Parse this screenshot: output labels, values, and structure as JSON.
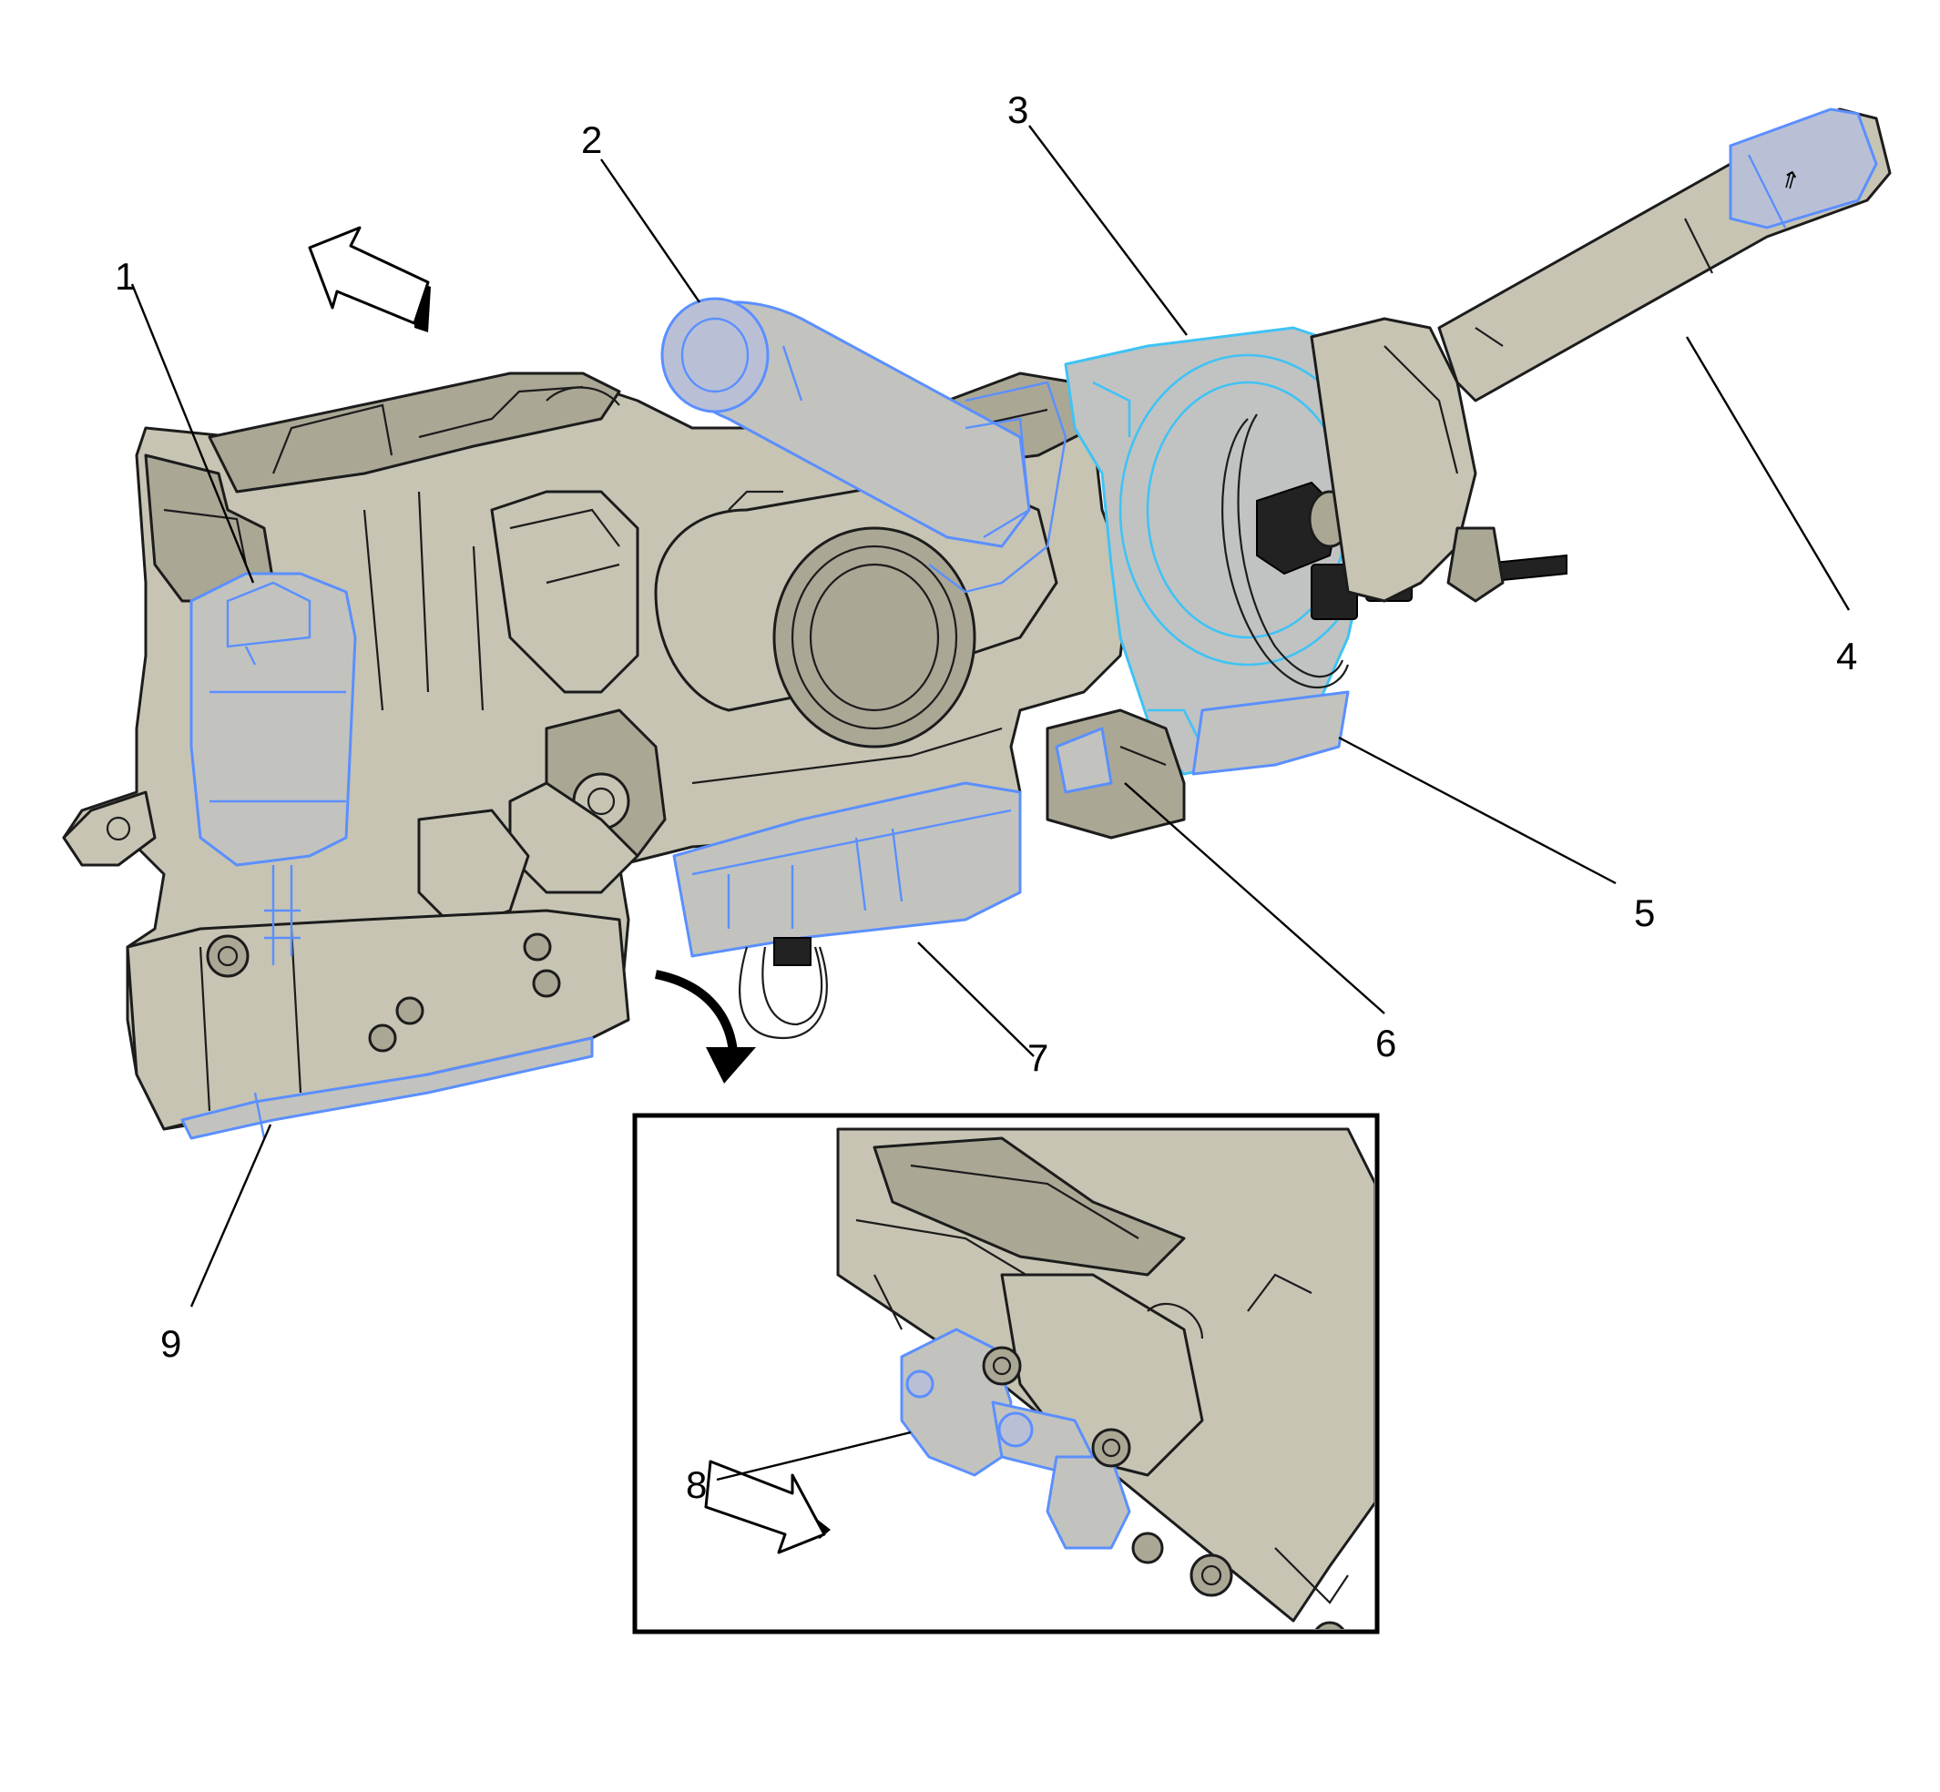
{
  "callouts": [
    {
      "id": "1",
      "label": "1"
    },
    {
      "id": "2",
      "label": "2"
    },
    {
      "id": "3",
      "label": "3"
    },
    {
      "id": "4",
      "label": "4"
    },
    {
      "id": "5",
      "label": "5"
    },
    {
      "id": "6",
      "label": "6"
    },
    {
      "id": "7",
      "label": "7"
    },
    {
      "id": "8",
      "label": "8"
    },
    {
      "id": "9",
      "label": "9"
    }
  ],
  "colors": {
    "body": "#c7c4b4",
    "highlight_blue": "#5b8fff",
    "highlight_cyan": "#3fc3f5",
    "outline": "#1c1c1c"
  },
  "icons": [
    "direction-arrow-icon",
    "rotation-arrow-icon",
    "direction-arrow-icon"
  ]
}
